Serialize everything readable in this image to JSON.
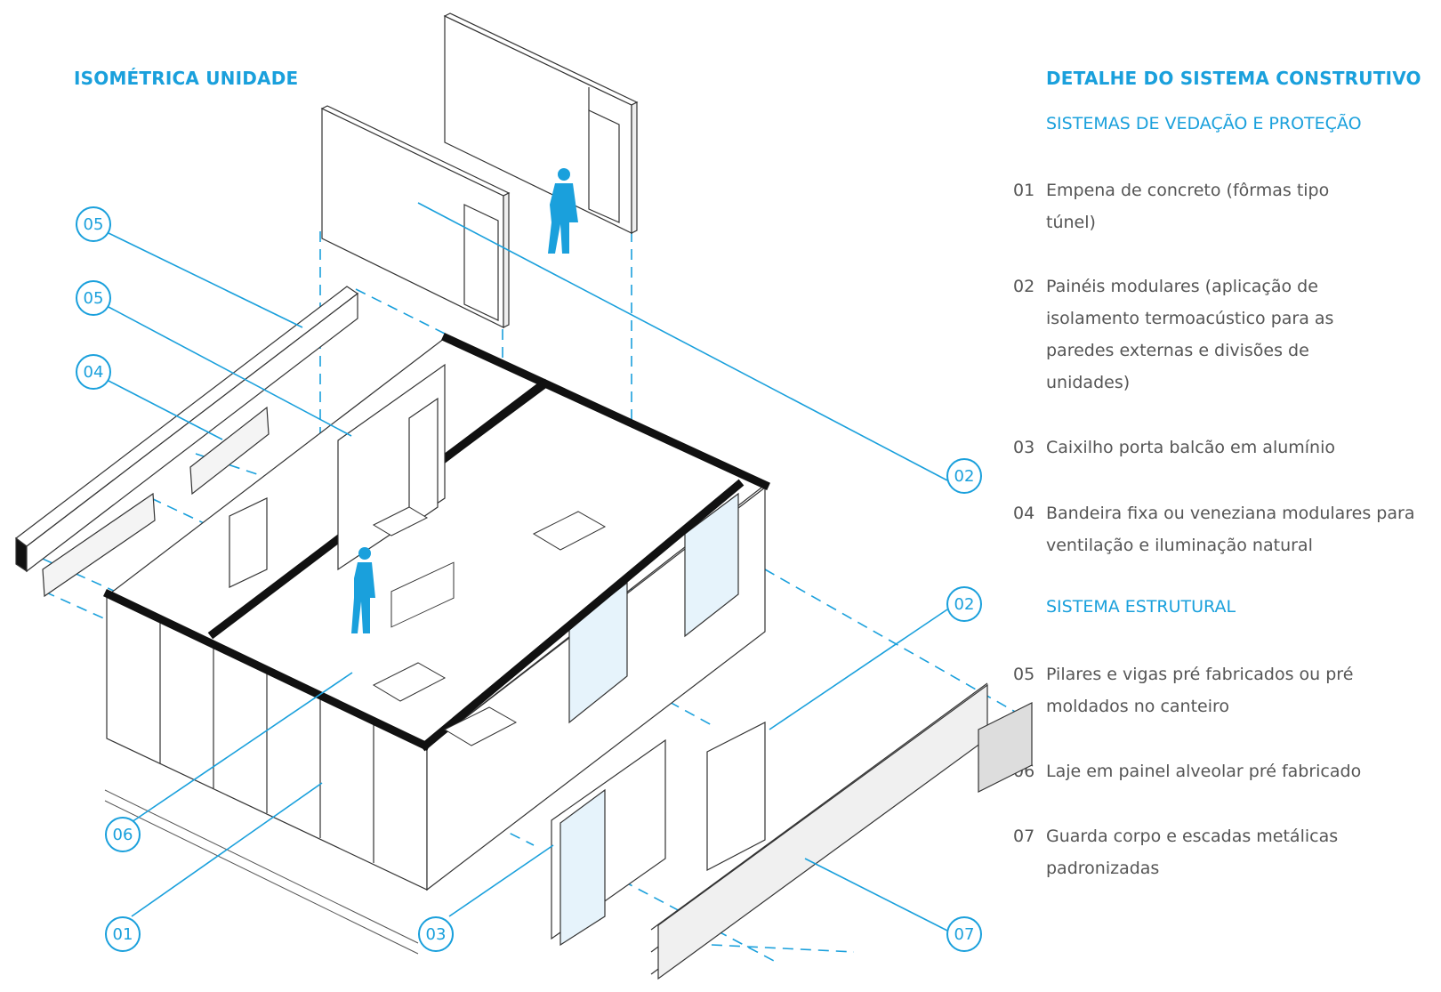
{
  "titles": {
    "left": "ISOMÉTRICA UNIDADE",
    "right": "DETALHE DO SISTEMA CONSTRUTIVO"
  },
  "sections": {
    "vedacao": "SISTEMAS DE VEDAÇÃO E PROTEÇÃO",
    "estrutural": "SISTEMA ESTRUTURAL"
  },
  "legend": [
    {
      "num": "01",
      "text": "Empena de concreto (fôrmas tipo túnel)"
    },
    {
      "num": "02",
      "text": "Painéis modulares (aplicação de isolamento termoacústico para as paredes externas e divisões de unidades)"
    },
    {
      "num": "03",
      "text": "Caixilho porta balcão em alumínio"
    },
    {
      "num": "04",
      "text": "Bandeira fixa ou veneziana modulares para ventilação e iluminação natural"
    },
    {
      "num": "05",
      "text": "Pilares e vigas pré fabricados ou pré moldados no canteiro"
    },
    {
      "num": "06",
      "text": "Laje em painel alveolar pré fabricado"
    },
    {
      "num": "07",
      "text": "Guarda corpo e escadas metálicas padronizadas"
    }
  ],
  "callouts": [
    "05",
    "05",
    "04",
    "02",
    "02",
    "06",
    "01",
    "03",
    "07"
  ],
  "colors": {
    "accent": "#1aa0dc",
    "text": "#555555",
    "line": "#333333"
  }
}
